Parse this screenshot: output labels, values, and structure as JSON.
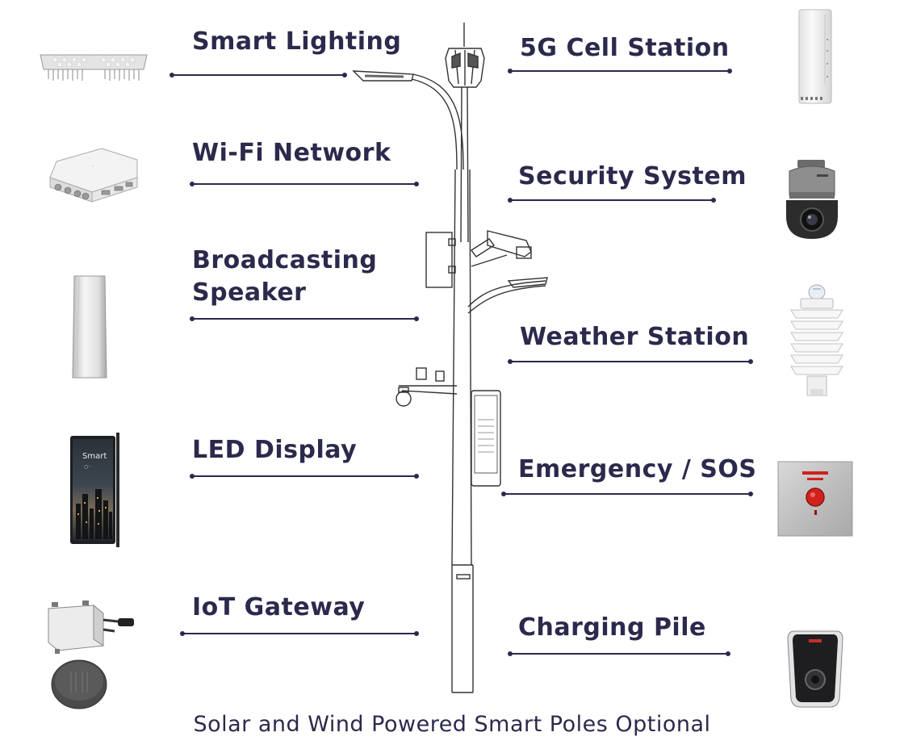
{
  "left_features": [
    {
      "label": "Smart Lighting",
      "icon": "led-module-icon"
    },
    {
      "label": "Wi-Fi Network",
      "icon": "wifi-access-point-icon"
    },
    {
      "label": "Broadcasting Speaker",
      "icon": "column-speaker-icon"
    },
    {
      "label": "LED Display",
      "icon": "led-display-panel-icon",
      "screen_text": "Smart"
    },
    {
      "label": "IoT Gateway",
      "icon": "iot-gateway-icon"
    }
  ],
  "right_features": [
    {
      "label": "5G Cell Station",
      "icon": "cell-station-icon"
    },
    {
      "label": "Security System",
      "icon": "ptz-camera-icon"
    },
    {
      "label": "Weather Station",
      "icon": "weather-sensor-icon"
    },
    {
      "label": "Emergency / SOS",
      "icon": "sos-button-icon"
    },
    {
      "label": "Charging Pile",
      "icon": "ev-charger-icon"
    }
  ],
  "caption": "Solar and Wind Powered Smart Poles Optional",
  "colors": {
    "text": "#2b2a4c",
    "line": "#2b2a4c",
    "sos_red": "#d0211c"
  }
}
